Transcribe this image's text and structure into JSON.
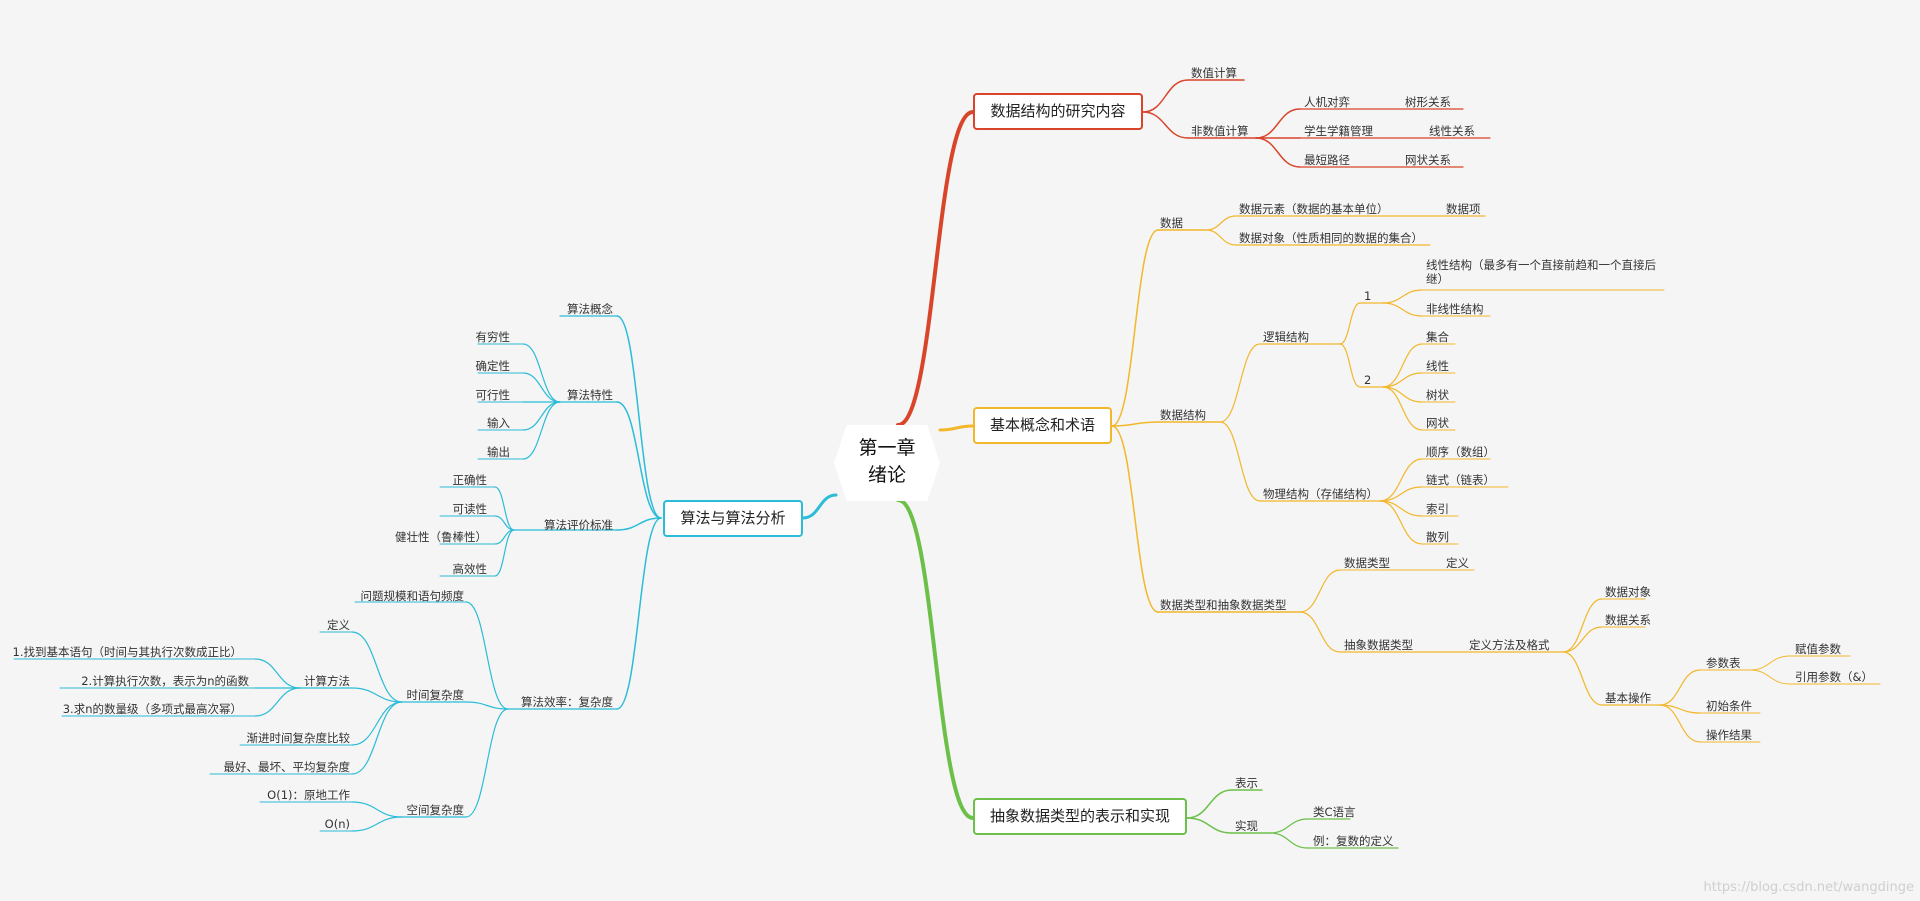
{
  "center": {
    "line1": "第一章",
    "line2": "绪论"
  },
  "colors": {
    "red": "#d9452b",
    "yellow": "#f2b72b",
    "green": "#6cc04a",
    "cyan": "#2bbcd8"
  },
  "branches": {
    "research": {
      "title": "数据结构的研究内容",
      "numeric": "数值计算",
      "nonnumeric": "非数值计算",
      "items": [
        {
          "label": "人机对弈",
          "rel": "树形关系"
        },
        {
          "label": "学生学籍管理",
          "rel": "线性关系"
        },
        {
          "label": "最短路径",
          "rel": "网状关系"
        }
      ]
    },
    "concepts": {
      "title": "基本概念和术语",
      "data": "数据",
      "element": "数据元素（数据的基本单位）",
      "item": "数据项",
      "object": "数据对象（性质相同的数据的集合）",
      "structure": "数据结构",
      "logical": "逻辑结构",
      "one": "1",
      "linear_struct": "线性结构（最多有一个直接前趋和一个直接后继）",
      "nonlinear": "非线性结构",
      "two": "2",
      "set": "集合",
      "linear": "线性",
      "tree": "树状",
      "net": "网状",
      "physical": "物理结构（存储结构）",
      "seq": "顺序（数组）",
      "chain": "链式（链表）",
      "index": "索引",
      "hash": "散列",
      "adt": "数据类型和抽象数据类型",
      "dtype": "数据类型",
      "def": "定义",
      "abstract": "抽象数据类型",
      "format": "定义方法及格式",
      "dobj": "数据对象",
      "drel": "数据关系",
      "basic_op": "基本操作",
      "params": "参数表",
      "assign": "赋值参数",
      "ref": "引用参数（&）",
      "init": "初始条件",
      "result": "操作结果"
    },
    "repr": {
      "title": "抽象数据类型的表示和实现",
      "show": "表示",
      "impl": "实现",
      "clang": "类C语言",
      "example": "例：复数的定义"
    },
    "algo": {
      "title": "算法与算法分析",
      "concept": "算法概念",
      "props": "算法特性",
      "finite": "有穷性",
      "definite": "确定性",
      "feasible": "可行性",
      "input": "输入",
      "output": "输出",
      "criteria": "算法评价标准",
      "correct": "正确性",
      "readable": "可读性",
      "robust": "健壮性（鲁棒性）",
      "efficient": "高效性",
      "complexity": "算法效率：复杂度",
      "scale": "问题规模和语句频度",
      "time": "时间复杂度",
      "tdef": "定义",
      "calc": "计算方法",
      "step1": "1.找到基本语句（时间与其执行次数成正比）",
      "step2": "2.计算执行次数，表示为n的函数",
      "step3": "3.求n的数量级（多项式最高次幂）",
      "compare": "渐进时间复杂度比较",
      "cases": "最好、最坏、平均复杂度",
      "space": "空间复杂度",
      "o1": "O(1)：原地工作",
      "on": "O(n)"
    }
  },
  "watermark": "https://blog.csdn.net/wangdinge"
}
